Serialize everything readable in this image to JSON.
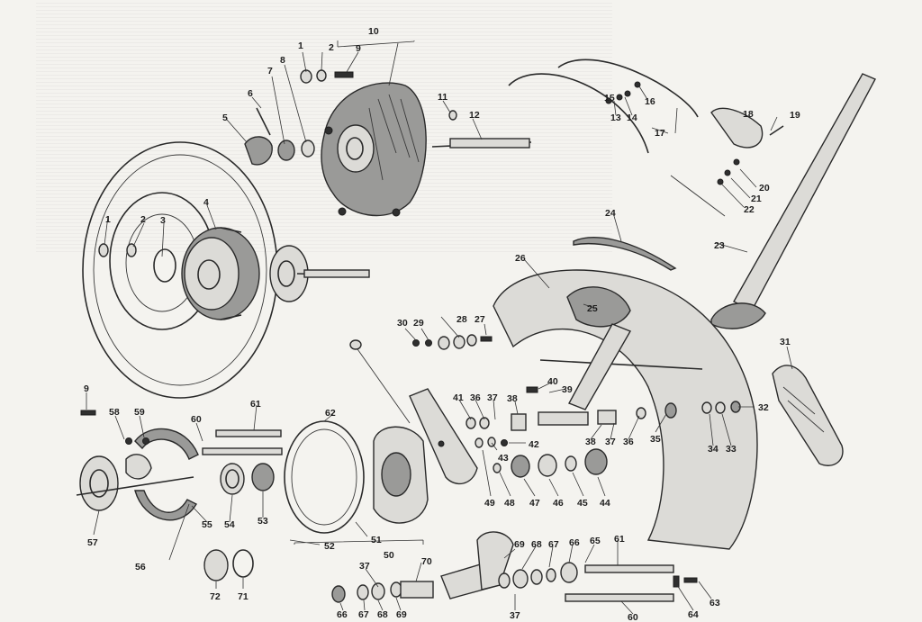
{
  "diagram": {
    "callouts": [
      {
        "id": "c1a",
        "text": "1"
      },
      {
        "id": "c2a",
        "text": "2"
      },
      {
        "id": "c9a",
        "text": "9"
      },
      {
        "id": "c10",
        "text": "10"
      },
      {
        "id": "c7",
        "text": "7"
      },
      {
        "id": "c8",
        "text": "8"
      },
      {
        "id": "c6",
        "text": "6"
      },
      {
        "id": "c5",
        "text": "5"
      },
      {
        "id": "c11",
        "text": "11"
      },
      {
        "id": "c12",
        "text": "12"
      },
      {
        "id": "c13",
        "text": "13"
      },
      {
        "id": "c14",
        "text": "14"
      },
      {
        "id": "c15",
        "text": "15"
      },
      {
        "id": "c16",
        "text": "16"
      },
      {
        "id": "c17",
        "text": "17"
      },
      {
        "id": "c18",
        "text": "18"
      },
      {
        "id": "c19",
        "text": "19"
      },
      {
        "id": "c20",
        "text": "20"
      },
      {
        "id": "c21",
        "text": "21"
      },
      {
        "id": "c22",
        "text": "22"
      },
      {
        "id": "c23",
        "text": "23"
      },
      {
        "id": "c24",
        "text": "24"
      },
      {
        "id": "c1b",
        "text": "1"
      },
      {
        "id": "c2b",
        "text": "2"
      },
      {
        "id": "c3",
        "text": "3"
      },
      {
        "id": "c4",
        "text": "4"
      },
      {
        "id": "c26",
        "text": "26"
      },
      {
        "id": "c25",
        "text": "25"
      },
      {
        "id": "c30",
        "text": "30"
      },
      {
        "id": "c29",
        "text": "29"
      },
      {
        "id": "c28",
        "text": "28"
      },
      {
        "id": "c27",
        "text": "27"
      },
      {
        "id": "c31",
        "text": "31"
      },
      {
        "id": "c40",
        "text": "40"
      },
      {
        "id": "c39",
        "text": "39"
      },
      {
        "id": "c41",
        "text": "41"
      },
      {
        "id": "c36a",
        "text": "36"
      },
      {
        "id": "c37a",
        "text": "37"
      },
      {
        "id": "c38a",
        "text": "38"
      },
      {
        "id": "c42",
        "text": "42"
      },
      {
        "id": "c43",
        "text": "43"
      },
      {
        "id": "c38b",
        "text": "38"
      },
      {
        "id": "c37b",
        "text": "37"
      },
      {
        "id": "c36b",
        "text": "36"
      },
      {
        "id": "c35",
        "text": "35"
      },
      {
        "id": "c34",
        "text": "34"
      },
      {
        "id": "c33b",
        "text": "33"
      },
      {
        "id": "c32",
        "text": "32"
      },
      {
        "id": "c9b",
        "text": "9"
      },
      {
        "id": "c58",
        "text": "58"
      },
      {
        "id": "c59",
        "text": "59"
      },
      {
        "id": "c60a",
        "text": "60"
      },
      {
        "id": "c61a",
        "text": "61"
      },
      {
        "id": "c62",
        "text": "62"
      },
      {
        "id": "c49",
        "text": "49"
      },
      {
        "id": "c48",
        "text": "48"
      },
      {
        "id": "c47",
        "text": "47"
      },
      {
        "id": "c46",
        "text": "46"
      },
      {
        "id": "c45",
        "text": "45"
      },
      {
        "id": "c44",
        "text": "44"
      },
      {
        "id": "c57",
        "text": "57"
      },
      {
        "id": "c55",
        "text": "55"
      },
      {
        "id": "c54",
        "text": "54"
      },
      {
        "id": "c53",
        "text": "53"
      },
      {
        "id": "c51",
        "text": "51"
      },
      {
        "id": "c52",
        "text": "52"
      },
      {
        "id": "c50",
        "text": "50"
      },
      {
        "id": "c56",
        "text": "56"
      },
      {
        "id": "c72",
        "text": "72"
      },
      {
        "id": "c71",
        "text": "71"
      },
      {
        "id": "c37c",
        "text": "37"
      },
      {
        "id": "c70",
        "text": "70"
      },
      {
        "id": "c69a",
        "text": "69"
      },
      {
        "id": "c68a",
        "text": "68"
      },
      {
        "id": "c67a",
        "text": "67"
      },
      {
        "id": "c66a",
        "text": "66"
      },
      {
        "id": "c65",
        "text": "65"
      },
      {
        "id": "c61b",
        "text": "61"
      },
      {
        "id": "c66b",
        "text": "66"
      },
      {
        "id": "c67b",
        "text": "67"
      },
      {
        "id": "c68b",
        "text": "68"
      },
      {
        "id": "c69b",
        "text": "69"
      },
      {
        "id": "c37d",
        "text": "37"
      },
      {
        "id": "c60b",
        "text": "60"
      },
      {
        "id": "c64",
        "text": "64"
      },
      {
        "id": "c63",
        "text": "63"
      }
    ]
  }
}
